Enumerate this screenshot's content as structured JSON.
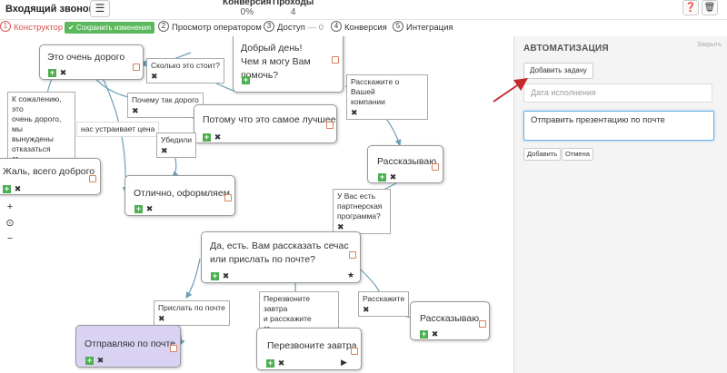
{
  "header": {
    "call_label": "Входящий звонок",
    "menu_icon": "hamburger-icon",
    "conversion_label": "Конверсия",
    "conversion_value": "0%",
    "passes_label": "Проходы",
    "passes_value": "4",
    "help_icon": "help-icon",
    "trash_icon": "trash-icon"
  },
  "steps": [
    {
      "num": "1",
      "label": "Конструктор"
    },
    {
      "num": "2",
      "label": "Просмотр оператором"
    },
    {
      "num": "3",
      "label": "Доступ"
    },
    {
      "num": "4",
      "label": "Конверсия"
    },
    {
      "num": "5",
      "label": "Интеграция"
    }
  ],
  "steps_extra": {
    "access_dash": "—",
    "access_count": "0"
  },
  "save_button": "✔ Сохранить изменения",
  "nodes": {
    "greeting_line1": "Добрый день!",
    "greeting_line2": "Чем я могу Вам помочь?",
    "very_expensive": "Это очень дорого",
    "best": "Потому что это самое лучшее",
    "pity": "Жаль, всего доброго",
    "excellent": "Отлично, оформляем",
    "telling": "Рассказываю",
    "yes_line1": "Да, есть. Вам рассказать сечас",
    "yes_line2": "или прислать по почте?",
    "sending": "Отправляю по почте",
    "call_tomorrow": "Перезвоните завтра",
    "telling2": "Рассказываю"
  },
  "tags": {
    "how_much": "Сколько это стоит?",
    "why_expensive": "Почему так дорого",
    "regret_1": "К сожалению, это",
    "regret_2": "очень дорого, мы",
    "regret_3": "вынуждены",
    "regret_4": "отказаться",
    "price_ok": "нас устраивает цена",
    "convinced": "Убедили",
    "tell_company_1": "Расскажите о Вашей",
    "tell_company_2": "компании",
    "partner_1": "У Вас есть",
    "partner_2": "партнерская",
    "partner_3": "программа?",
    "send_mail": "Прислать по почте",
    "call_back_1": "Перезвоните завтра",
    "call_back_2": "и расскажите",
    "tell_me": "Расскажите"
  },
  "zoom": {
    "plus": "+",
    "reset": "⊙",
    "minus": "−"
  },
  "panel": {
    "title": "АВТОМАТИЗАЦИЯ",
    "close": "Закрыть",
    "add_task": "Добавить задачу",
    "date_placeholder": "Дата исполнения",
    "task_text": "Отправить презентацию по почте",
    "add_button": "Добавить",
    "cancel_button": "Отмена"
  },
  "colors": {
    "accent_red": "#d9534f",
    "save_green": "#5cb85c",
    "link_blue": "#6c9fb8",
    "violet_node": "#d9d2f3",
    "arrow_red": "#c62828"
  }
}
